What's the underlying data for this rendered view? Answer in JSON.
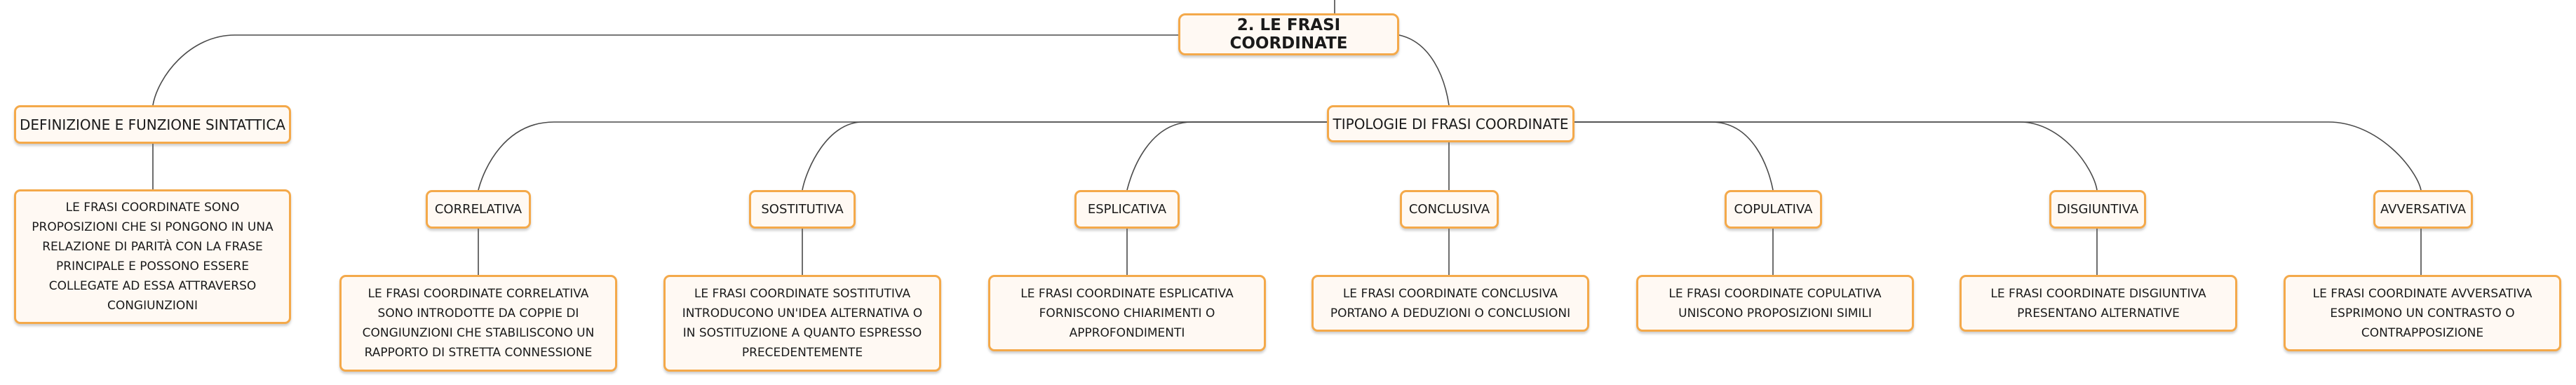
{
  "root": {
    "label": "2. LE FRASI COORDINATE"
  },
  "definizione": {
    "label": "DEFINIZIONE E FUNZIONE SINTATTICA",
    "text": "LE FRASI COORDINATE SONO PROPOSIZIONI CHE SI PONGONO IN UNA RELAZIONE DI PARITÀ CON LA FRASE PRINCIPALE E POSSONO ESSERE COLLEGATE AD ESSA ATTRAVERSO CONGIUNZIONI"
  },
  "tipologie": {
    "label": "TIPOLOGIE DI FRASI COORDINATE",
    "items": [
      {
        "label": "CORRELATIVA",
        "text": "LE FRASI COORDINATE CORRELATIVA SONO INTRODOTTE DA COPPIE DI CONGIUNZIONI CHE STABILISCONO UN RAPPORTO DI STRETTA CONNESSIONE"
      },
      {
        "label": "SOSTITUTIVA",
        "text": "LE FRASI COORDINATE SOSTITUTIVA INTRODUCONO UN'IDEA ALTERNATIVA O IN SOSTITUZIONE A QUANTO ESPRESSO PRECEDENTEMENTE"
      },
      {
        "label": "ESPLICATIVA",
        "text": "LE FRASI COORDINATE ESPLICATIVA FORNISCONO CHIARIMENTI O APPROFONDIMENTI"
      },
      {
        "label": "CONCLUSIVA",
        "text": "LE FRASI COORDINATE CONCLUSIVA PORTANO A DEDUZIONI O CONCLUSIONI"
      },
      {
        "label": "COPULATIVA",
        "text": "LE FRASI COORDINATE COPULATIVA UNISCONO PROPOSIZIONI SIMILI"
      },
      {
        "label": "DISGIUNTIVA",
        "text": "LE FRASI COORDINATE DISGIUNTIVA PRESENTANO ALTERNATIVE"
      },
      {
        "label": "AVVERSATIVA",
        "text": "LE FRASI COORDINATE AVVERSATIVA ESPRIMONO UN CONTRASTO O CONTRAPPOSIZIONE"
      }
    ]
  },
  "colors": {
    "border": "#f4a94a",
    "fill": "#fff9f3",
    "line": "#4a4a4a"
  }
}
